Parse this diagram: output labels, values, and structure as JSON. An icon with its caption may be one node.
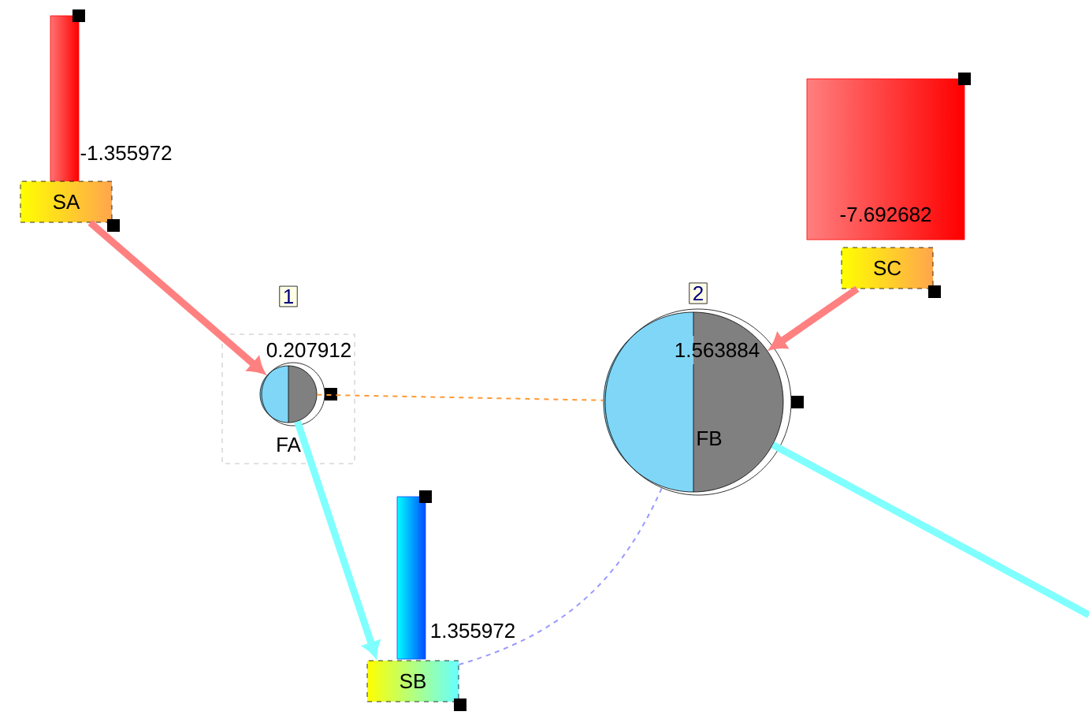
{
  "diagram": {
    "nodes": [
      {
        "text": [
          "SA"
        ],
        "beside": [
          "-1.355972"
        ]
      },
      {
        "text": [
          "SB"
        ],
        "beside": [
          "1.355972"
        ]
      },
      {
        "text": [
          "SC"
        ],
        "beside": [
          "-7.692682"
        ]
      },
      {
        "text": [
          "0.207912",
          "FA"
        ],
        "beside": [
          "1"
        ]
      },
      {
        "text": [
          "1.563884",
          "FB"
        ],
        "beside": [
          "2"
        ]
      }
    ],
    "edges": [
      {
        "from": 0,
        "to": 3,
        "arrow": "to",
        "color": "#ff8080"
      },
      {
        "from": 3,
        "to": 1,
        "arrow": "to",
        "color": "#80ffff"
      },
      {
        "from": 2,
        "to": 4,
        "arrow": "to",
        "color": "#ff8080"
      },
      {
        "from": 4,
        "to": null,
        "arrow": "none",
        "color": "#80ffff"
      },
      {
        "from": 3,
        "to": 4,
        "arrow": "none",
        "style": "dashed",
        "color": "#ff9933"
      },
      {
        "from": 1,
        "to": 4,
        "arrow": "none",
        "style": "dashed",
        "color": "#9999ff"
      }
    ]
  }
}
